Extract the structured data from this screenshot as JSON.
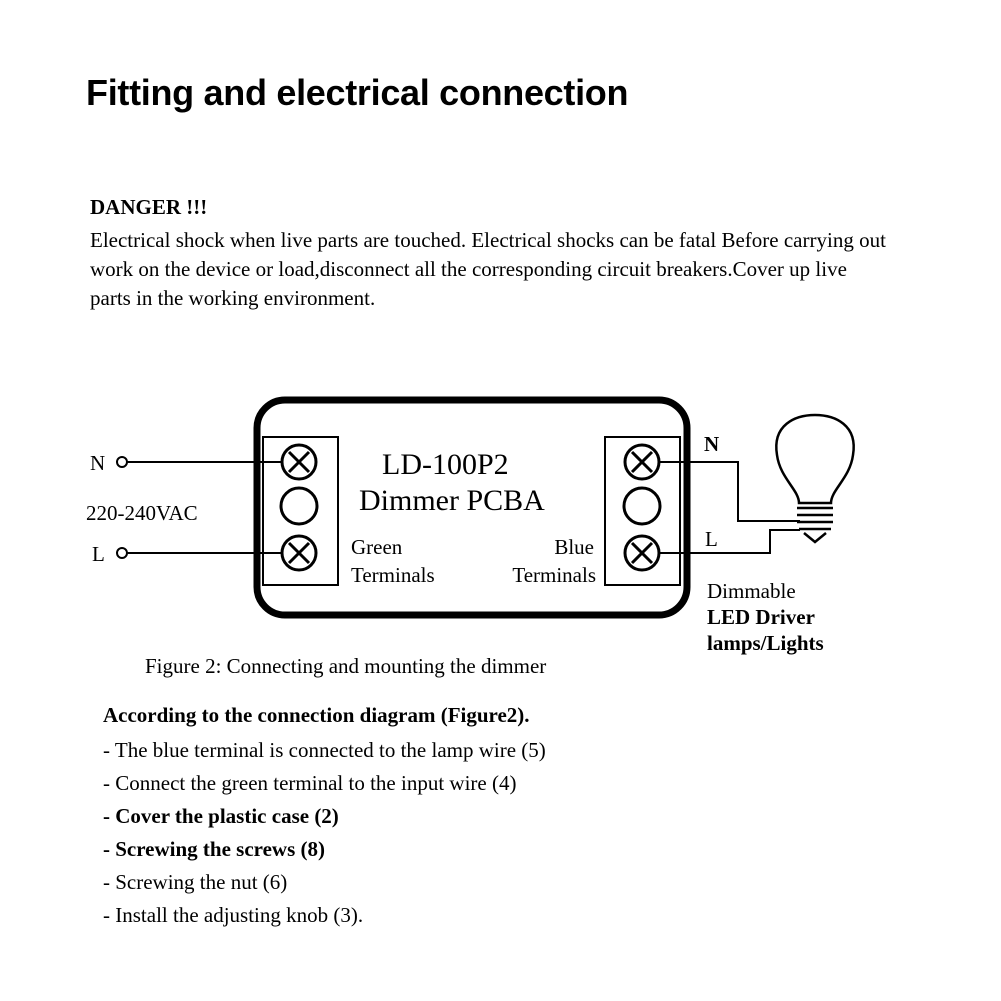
{
  "heading": "Fitting and electrical connection",
  "danger": {
    "title": "DANGER !!!",
    "text": "Electrical shock when live parts are touched. Electrical shocks can be fatal Before carrying out work on the device or load,disconnect all the corresponding circuit breakers.Cover up live parts in the working environment."
  },
  "diagram": {
    "model": "LD-100P2",
    "subtitle": "Dimmer PCBA",
    "input_n": "N",
    "input_l": "L",
    "voltage": "220-240VAC",
    "green_label_1": "Green",
    "green_label_2": "Terminals",
    "blue_label_1": "Blue",
    "blue_label_2": "Terminals",
    "output_n": "N",
    "output_l": "L",
    "load_1": "Dimmable",
    "load_2": "LED Driver",
    "load_3": "lamps/Lights"
  },
  "caption": "Figure 2: Connecting and mounting the dimmer",
  "instructions": {
    "intro": "According to the connection diagram (Figure2).",
    "steps": [
      "- The blue terminal is connected to the lamp wire (5)",
      "- Connect the green terminal to the input wire (4)",
      "- Cover the plastic case (2)",
      "- Screwing the screws (8)",
      "- Screwing the nut (6)",
      "- Install the adjusting knob (3)."
    ]
  }
}
